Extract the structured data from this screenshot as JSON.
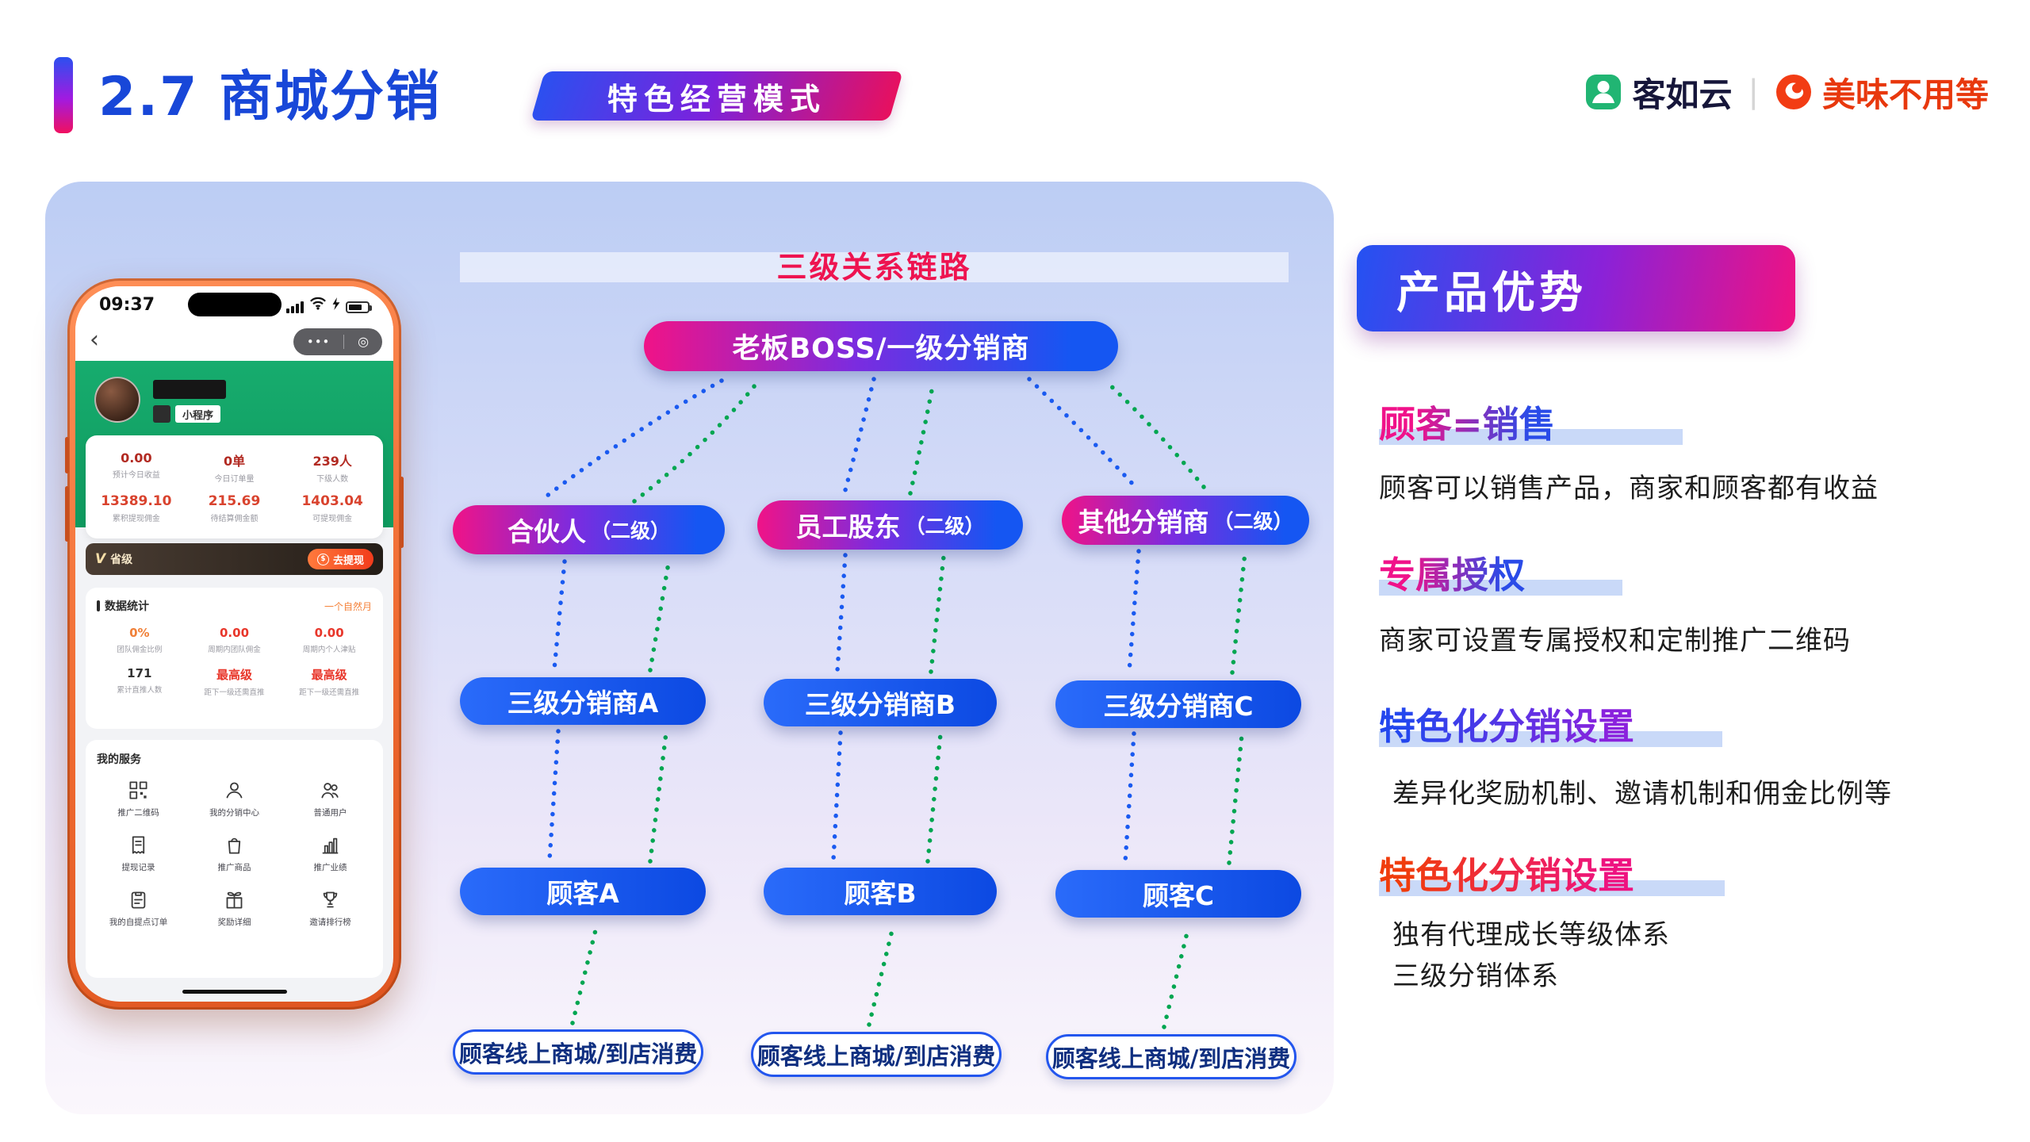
{
  "header": {
    "title": "2.7 商城分销",
    "badge": "特色经营模式"
  },
  "brand": {
    "keruyun": "客如云",
    "meiwei": "美味不用等"
  },
  "icons": {
    "back": "‹",
    "capsule_dots": "•••",
    "capsule_target": "◎",
    "coin": "$"
  },
  "phone": {
    "status": {
      "time": "09:37"
    },
    "profile": {
      "app_tag": "小程序"
    },
    "stats_row1": [
      {
        "value": "0.00",
        "label": "预计今日收益"
      },
      {
        "value": "0单",
        "label": "今日订单量"
      },
      {
        "value": "239人",
        "label": "下级人数"
      }
    ],
    "stats_row2": [
      {
        "value": "13389.10",
        "label": "累积提现佣金"
      },
      {
        "value": "215.69",
        "label": "待结算佣金额"
      },
      {
        "value": "1403.04",
        "label": "可提现佣金"
      }
    ],
    "level_bar": {
      "badge": "V",
      "level": "省级",
      "cta": "去提现"
    },
    "data_stats": {
      "title": "数据统计",
      "period": "一个自然月",
      "row1": [
        {
          "value": "0%",
          "label": "团队佣金比例"
        },
        {
          "value": "0.00",
          "label": "周期内团队佣金"
        },
        {
          "value": "0.00",
          "label": "周期内个人津贴"
        }
      ],
      "row2": [
        {
          "value": "171",
          "label": "累计直推人数"
        },
        {
          "value": "最高级",
          "label": "距下一级还需直推"
        },
        {
          "value": "最高级",
          "label": "距下一级还需直推"
        }
      ]
    },
    "services": {
      "title": "我的服务",
      "items": [
        {
          "label": "推广二维码",
          "icon": "qrcode-icon"
        },
        {
          "label": "我的分销中心",
          "icon": "distribution-center-icon"
        },
        {
          "label": "普通用户",
          "icon": "users-icon"
        },
        {
          "label": "提现记录",
          "icon": "withdraw-record-icon"
        },
        {
          "label": "推广商品",
          "icon": "promote-goods-icon"
        },
        {
          "label": "推广业绩",
          "icon": "performance-icon"
        },
        {
          "label": "我的自提点订单",
          "icon": "pickup-order-icon"
        },
        {
          "label": "奖励详细",
          "icon": "reward-icon"
        },
        {
          "label": "邀请排行榜",
          "icon": "ranking-icon"
        }
      ]
    }
  },
  "diagram": {
    "title": "三级关系链路",
    "root": "老板BOSS/一级分销商",
    "level2": [
      {
        "name": "合伙人",
        "tag": "（二级）"
      },
      {
        "name": "员工股东",
        "tag": "（二级）"
      },
      {
        "name": "其他分销商",
        "tag": "（二级）"
      }
    ],
    "level3": [
      "三级分销商A",
      "三级分销商B",
      "三级分销商C"
    ],
    "customers": [
      "顾客A",
      "顾客B",
      "顾客C"
    ],
    "consumption": [
      "顾客线上商城/到店消费",
      "顾客线上商城/到店消费",
      "顾客线上商城/到店消费"
    ]
  },
  "advantages": {
    "header": "产品优势",
    "sections": [
      {
        "heading": "顾客=销售",
        "body": "顾客可以销售产品，商家和顾客都有收益"
      },
      {
        "heading": "专属授权",
        "body": "商家可设置专属授权和定制推广二维码"
      },
      {
        "heading": "特色化分销设置",
        "body": "差异化奖励机制、邀请机制和佣金比例等"
      },
      {
        "heading": "特色化分销设置",
        "lines": [
          "独有代理成长等级体系",
          "三级分销体系"
        ]
      }
    ]
  },
  "colors": {
    "title_blue": "#1847d8",
    "chain_title_red": "#ee1450",
    "node_gradient_pink": "#f01387",
    "node_gradient_blue": "#1556f2",
    "arrow_blue": "#1a5af0",
    "arrow_green": "#00a651",
    "phone_frame_orange": "#ef6a30",
    "app_green": "#15aa6d",
    "brand_red": "#e8380d",
    "highlight_bar": "#c9d9f8"
  }
}
